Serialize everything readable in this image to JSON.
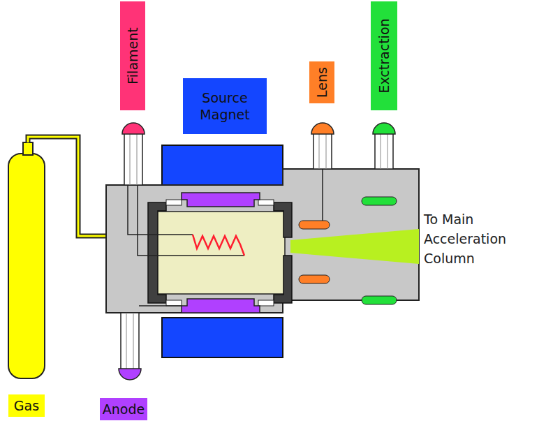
{
  "diagram": {
    "nodes": [
      {
        "text": [
          "Filament"
        ]
      },
      {
        "text": [
          "Source Magnet"
        ]
      },
      {
        "text": [
          "Lens"
        ]
      },
      {
        "text": [
          "Exctraction"
        ]
      },
      {
        "text": [
          "Gas"
        ]
      },
      {
        "text": [
          "Anode"
        ]
      }
    ],
    "labels": [
      "To Main Acceleration Column"
    ]
  }
}
